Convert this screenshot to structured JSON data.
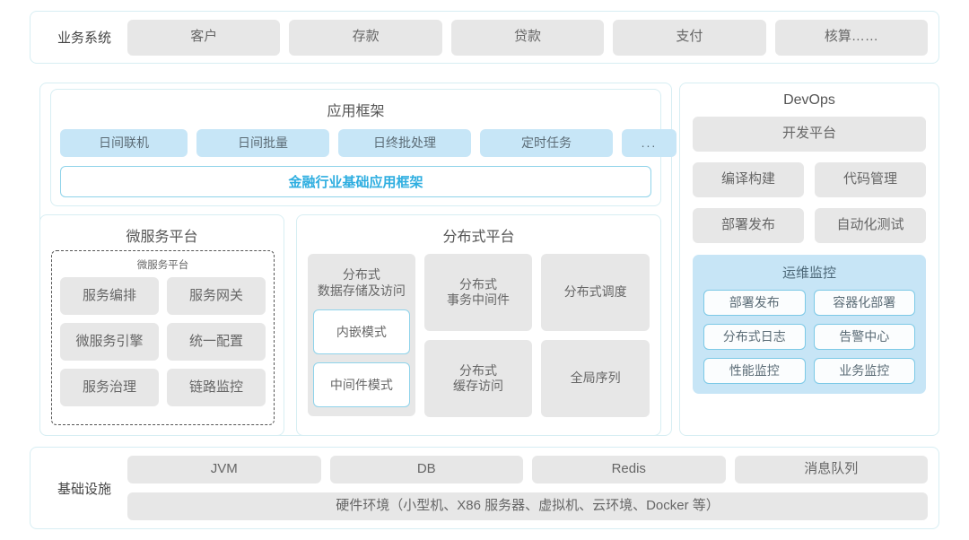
{
  "business_system": {
    "label": "业务系统",
    "items": [
      "客户",
      "存款",
      "贷款",
      "支付",
      "核算……"
    ]
  },
  "app_framework": {
    "title": "应用框架",
    "items": [
      "日间联机",
      "日间批量",
      "日终批处理",
      "定时任务",
      "..."
    ],
    "banner": "金融行业基础应用框架",
    "banner_color": "#2eaee0"
  },
  "microservice_platform": {
    "title": "微服务平台",
    "inner_title": "微服务平台",
    "items": [
      "服务编排",
      "服务网关",
      "微服务引擎",
      "统一配置",
      "服务治理",
      "链路监控"
    ]
  },
  "distributed_platform": {
    "title": "分布式平台",
    "storage": {
      "caption_line1": "分布式",
      "caption_line2": "数据存储及访问",
      "modes": [
        "内嵌模式",
        "中间件模式"
      ]
    },
    "col_b": [
      {
        "line1": "分布式",
        "line2": "事务中间件"
      },
      {
        "line1": "分布式",
        "line2": "缓存访问"
      }
    ],
    "col_c": [
      {
        "line1": "分布式调度",
        "line2": ""
      },
      {
        "line1": "全局序列",
        "line2": ""
      }
    ]
  },
  "devops": {
    "title": "DevOps",
    "platform": "开发平台",
    "items": [
      "编译构建",
      "代码管理",
      "部署发布",
      "自动化测试"
    ],
    "ops_monitor": {
      "title": "运维监控",
      "panel_color": "#c7e5f6",
      "items": [
        "部署发布",
        "容器化部署",
        "分布式日志",
        "告警中心",
        "性能监控",
        "业务监控"
      ]
    }
  },
  "infrastructure": {
    "label": "基础设施",
    "items": [
      "JVM",
      "DB",
      "Redis",
      "消息队列"
    ],
    "hardware": "硬件环境（小型机、X86 服务器、虚拟机、云环境、Docker 等）"
  },
  "theme": {
    "border": "#d7eef3",
    "tile_gray": "#e7e7e7",
    "tile_blue": "#c7e6f7",
    "accent": "#2eaee0"
  }
}
